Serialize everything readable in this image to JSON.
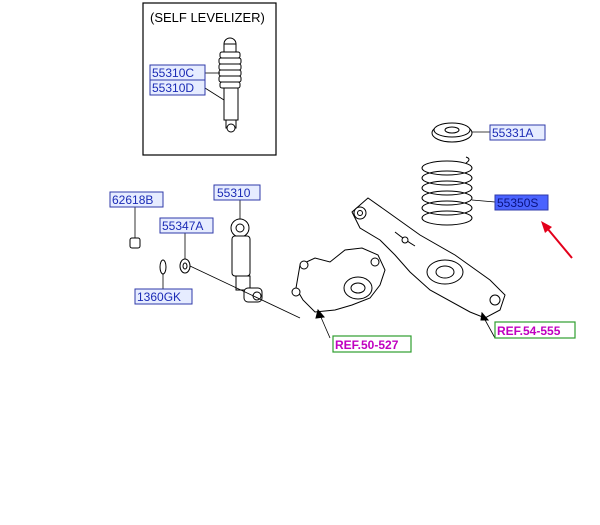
{
  "inset": {
    "title": "(SELF LEVELIZER)"
  },
  "labels": {
    "p55310C": "55310C",
    "p55310D": "55310D",
    "p55331A": "55331A",
    "p62618B": "62618B",
    "p55310": "55310",
    "p55347A": "55347A",
    "p55350S": "55350S",
    "p1360GK": "1360GK",
    "ref50": "REF.50-527",
    "ref54": "REF.54-555"
  },
  "colors": {
    "part_label_border": "#2f3aa8",
    "part_label_text": "#1b2bb5",
    "part_label_fill": "#e6ecff",
    "selected_fill": "#4a63ff",
    "ref_text": "#c000c0",
    "ref_border": "#2e9e2e",
    "pointer_arrow": "#e3001b",
    "line": "#000000"
  }
}
